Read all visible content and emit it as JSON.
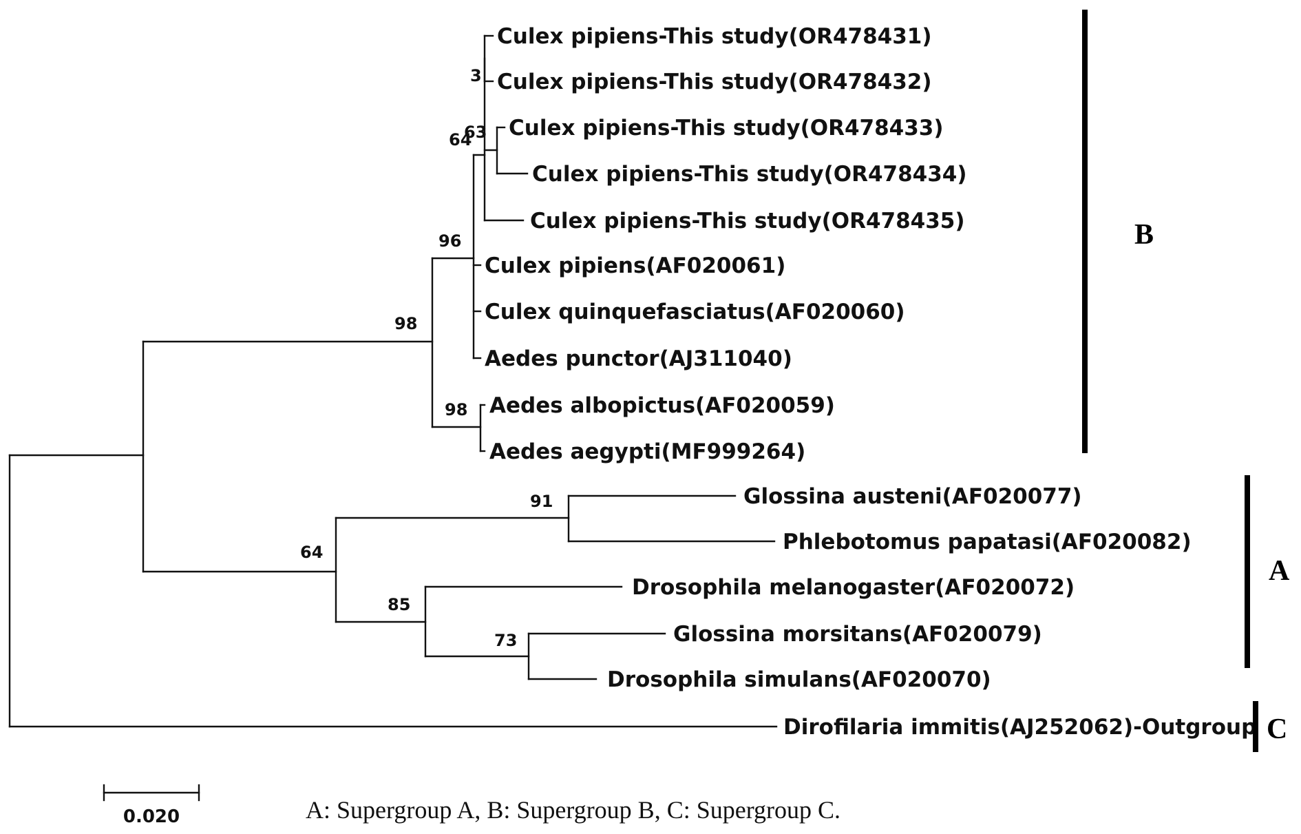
{
  "taxa": {
    "or478431": "Culex pipiens-This study(OR478431)",
    "or478432": "Culex pipiens-This study(OR478432)",
    "or478433": "Culex pipiens-This study(OR478433)",
    "or478434": "Culex pipiens-This study(OR478434)",
    "or478435": "Culex pipiens-This study(OR478435)",
    "af020061": "Culex pipiens(AF020061)",
    "af020060": "Culex quinquefasciatus(AF020060)",
    "aj311040": "Aedes punctor(AJ311040)",
    "af020059": "Aedes albopictus(AF020059)",
    "mf999264": "Aedes aegypti(MF999264)",
    "af020077": "Glossina austeni(AF020077)",
    "af020082": "Phlebotomus papatasi(AF020082)",
    "af020072": "Drosophila melanogaster(AF020072)",
    "af020079": "Glossina morsitans(AF020079)",
    "af020070": "Drosophila simulans(AF020070)",
    "aj252062": "Dirofilaria immitis(AJ252062)-Outgroup"
  },
  "bootstrap": {
    "n_3": "3",
    "n_63": "63",
    "n_64b": "64",
    "n_96": "96",
    "n_98a": "98",
    "n_98b": "98",
    "n_91": "91",
    "n_64a": "64",
    "n_85": "85",
    "n_73": "73"
  },
  "groups": {
    "b": "B",
    "a": "A",
    "c": "C"
  },
  "scale_bar": {
    "label": "0.020"
  },
  "legend": "A: Supergroup A, B: Supergroup B, C: Supergroup C."
}
